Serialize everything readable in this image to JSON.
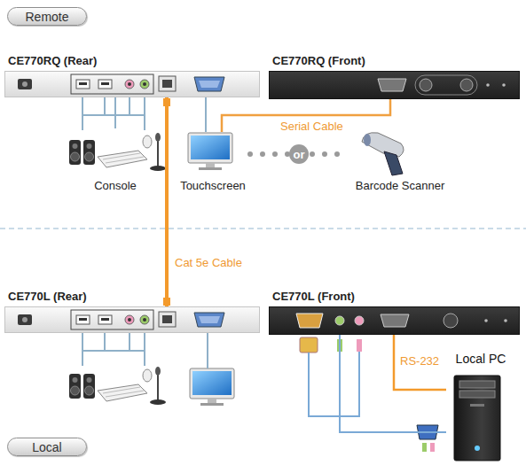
{
  "diagram": {
    "nodes": [
      {
        "text": [
          "Remote"
        ]
      },
      {
        "text": [
          "CE770RQ (Rear)"
        ]
      },
      {
        "text": [
          "CE770RQ (Front)"
        ]
      },
      {
        "text": [
          "Console"
        ]
      },
      {
        "text": [
          "Touchscreen"
        ]
      },
      {
        "text": [
          "Barcode Scanner"
        ]
      },
      {
        "text": [
          "CE770L (Rear)"
        ]
      },
      {
        "text": [
          "CE770L (Front)"
        ]
      },
      {
        "text": [
          "Local PC"
        ]
      },
      {
        "text": [
          "Local"
        ]
      }
    ],
    "edges": [
      {
        "from": 1,
        "to": 3,
        "arrow": "none"
      },
      {
        "from": 1,
        "to": 4,
        "arrow": "none"
      },
      {
        "from": 2,
        "to": 4,
        "label": "Serial Cable",
        "arrow": "none"
      },
      {
        "from": 4,
        "to": 5,
        "label": "or",
        "arrow": "none"
      },
      {
        "from": 1,
        "to": 6,
        "label": "Cat 5e Cable",
        "arrow": "none"
      },
      {
        "from": 7,
        "to": 8,
        "label": "RS-232",
        "arrow": "none"
      },
      {
        "from": 7,
        "to": 8,
        "arrow": "none"
      }
    ]
  }
}
